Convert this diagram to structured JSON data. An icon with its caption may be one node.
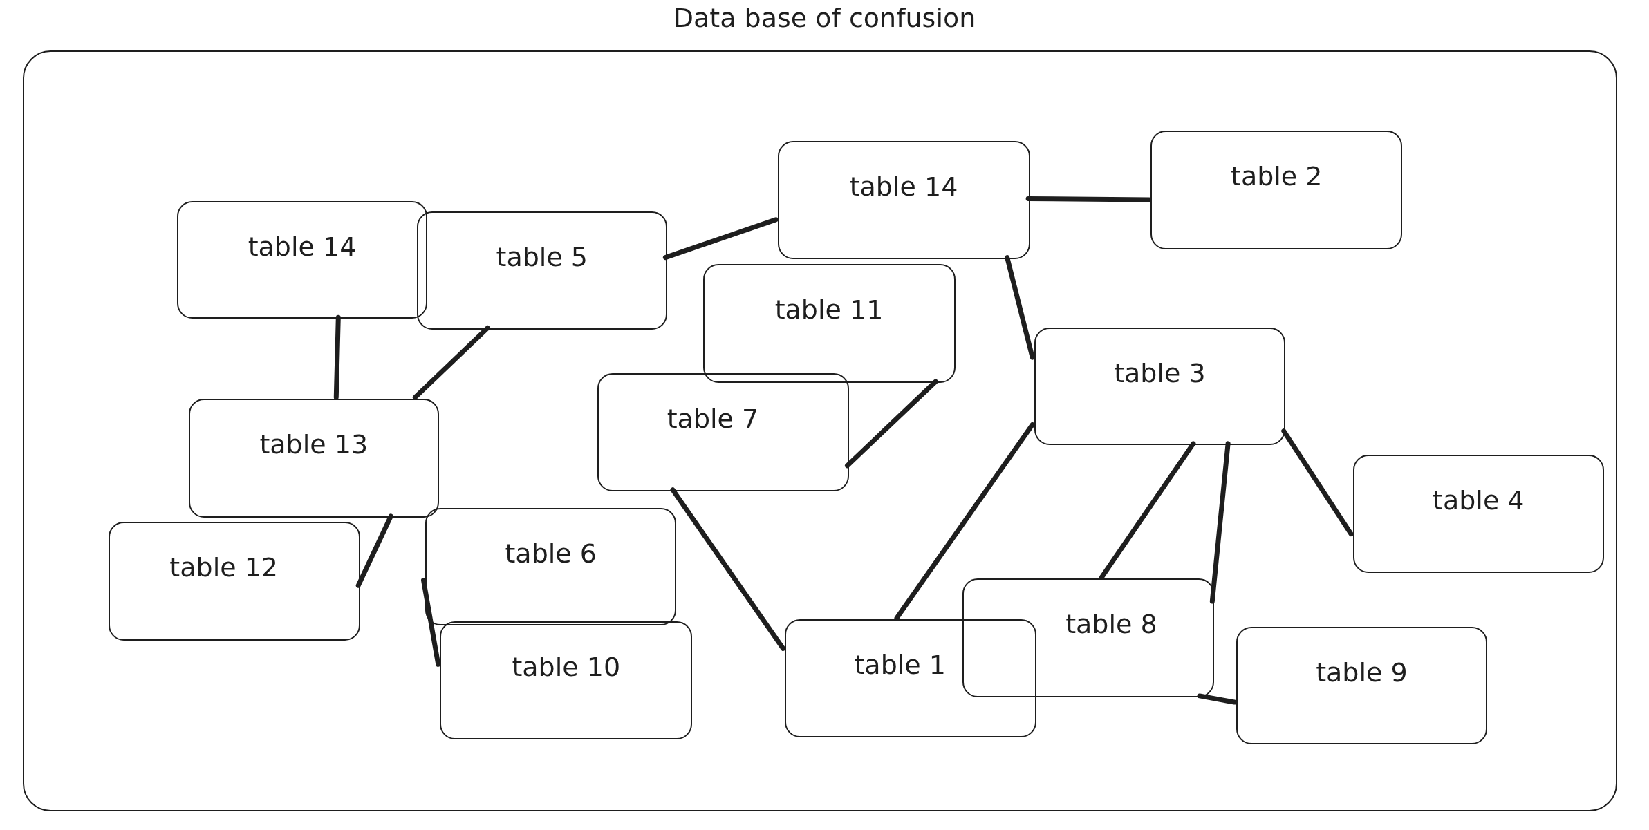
{
  "diagram": {
    "title": "Data base of confusion",
    "nodes": [
      {
        "text": [],
        "shape": "box"
      },
      {
        "text": [
          "table 14"
        ],
        "in": 0
      },
      {
        "text": [
          "table 5"
        ],
        "in": 0
      },
      {
        "text": [
          "table 14"
        ],
        "in": 0
      },
      {
        "text": [
          "table 2"
        ],
        "in": 0
      },
      {
        "text": [
          "table 11"
        ],
        "in": 0
      },
      {
        "text": [
          "table 3"
        ],
        "in": 0
      },
      {
        "text": [
          "table 7"
        ],
        "in": 0
      },
      {
        "text": [
          "table 13"
        ],
        "in": 0
      },
      {
        "text": [
          "table 4"
        ],
        "in": 0
      },
      {
        "text": [
          "table 12"
        ],
        "in": 0
      },
      {
        "text": [
          "table 6"
        ],
        "in": 0
      },
      {
        "text": [
          "table 10"
        ],
        "in": 0
      },
      {
        "text": [
          "table 8"
        ],
        "in": 0
      },
      {
        "text": [
          "table 1"
        ],
        "in": 0
      },
      {
        "text": [
          "table 9"
        ],
        "in": 0
      }
    ],
    "edges": [
      {
        "from": 2,
        "to": 3,
        "arrow": "none"
      },
      {
        "from": 3,
        "to": 4,
        "arrow": "none"
      },
      {
        "from": 3,
        "to": 6,
        "arrow": "none"
      },
      {
        "from": 1,
        "to": 8,
        "arrow": "none"
      },
      {
        "from": 2,
        "to": 8,
        "arrow": "none"
      },
      {
        "from": 5,
        "to": 7,
        "arrow": "none"
      },
      {
        "from": 8,
        "to": 10,
        "arrow": "none"
      },
      {
        "from": 11,
        "to": 12,
        "arrow": "none"
      },
      {
        "from": 7,
        "to": 14,
        "arrow": "none"
      },
      {
        "from": 6,
        "to": 14,
        "arrow": "none"
      },
      {
        "from": 6,
        "to": 13,
        "arrow": "none"
      },
      {
        "from": 6,
        "to": 13,
        "arrow": "none"
      },
      {
        "from": 6,
        "to": 9,
        "arrow": "none"
      },
      {
        "from": 13,
        "to": 15,
        "arrow": "none"
      }
    ]
  }
}
